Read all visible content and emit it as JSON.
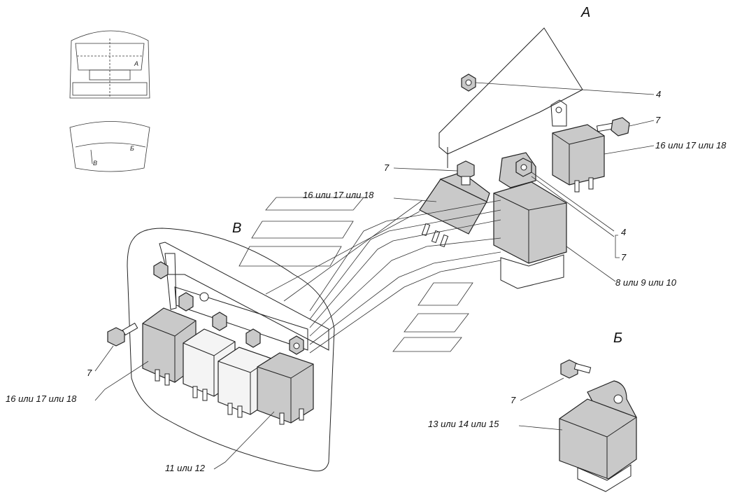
{
  "views": {
    "a": "А",
    "b": "Б",
    "v": "В"
  },
  "thumbs": {
    "front_a": "А",
    "under_b": "Б",
    "under_v": "В"
  },
  "labels": {
    "l4_top": "4",
    "l7_top_right": "7",
    "l16_top_right": "16 или 17 или 18",
    "l7_mid": "7",
    "l16_mid": "16 или 17 или 18",
    "l4_mid": "4",
    "l7_bracket": "7",
    "l8": "8 или 9 или 10",
    "l7_left": "7",
    "l16_left": "16 или 17 или 18",
    "l11": "11 или 12",
    "l7_b": "7",
    "l13": "13 или 14 или 15"
  }
}
